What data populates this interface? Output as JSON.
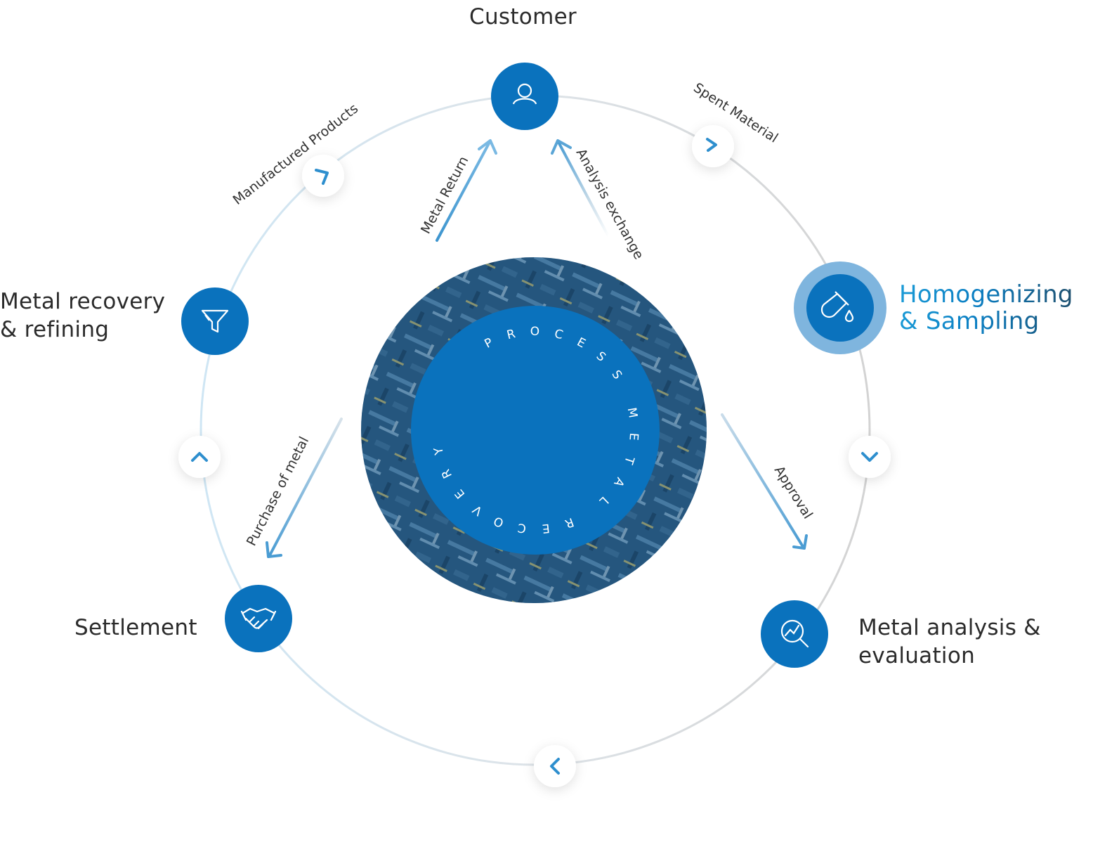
{
  "nodes": {
    "customer": {
      "label": "Customer"
    },
    "homogenizing": {
      "label_line1": "Homogenizing",
      "label_line2": "& Sampling",
      "active": true
    },
    "analysis": {
      "label_line1": "Metal analysis &",
      "label_line2": "evaluation"
    },
    "settlement": {
      "label": "Settlement"
    },
    "refining": {
      "label_line1": "Metal recovery",
      "label_line2": "& refining"
    }
  },
  "flows": {
    "manufactured_products": "Manufactured Products",
    "spent_material": "Spent Material",
    "metal_return": "Metal Return",
    "analysis_exchange": "Analysis exchange",
    "approval": "Approval",
    "purchase_of_metal": "Purchase of metal"
  },
  "center": {
    "ring_letters": [
      "P",
      "R",
      "O",
      "C",
      "E",
      "S",
      "S",
      "M",
      "E",
      "T",
      "A",
      "L",
      "R",
      "E",
      "C",
      "O",
      "V",
      "E",
      "R",
      "Y"
    ]
  },
  "colors": {
    "primary": "#0a72bd",
    "active_halo": "#7fb5de",
    "arrow": "#5aa5d6"
  },
  "icons": [
    "user-icon",
    "test-tube-icon",
    "search-chart-icon",
    "handshake-icon",
    "funnel-icon",
    "chevron-icon"
  ]
}
